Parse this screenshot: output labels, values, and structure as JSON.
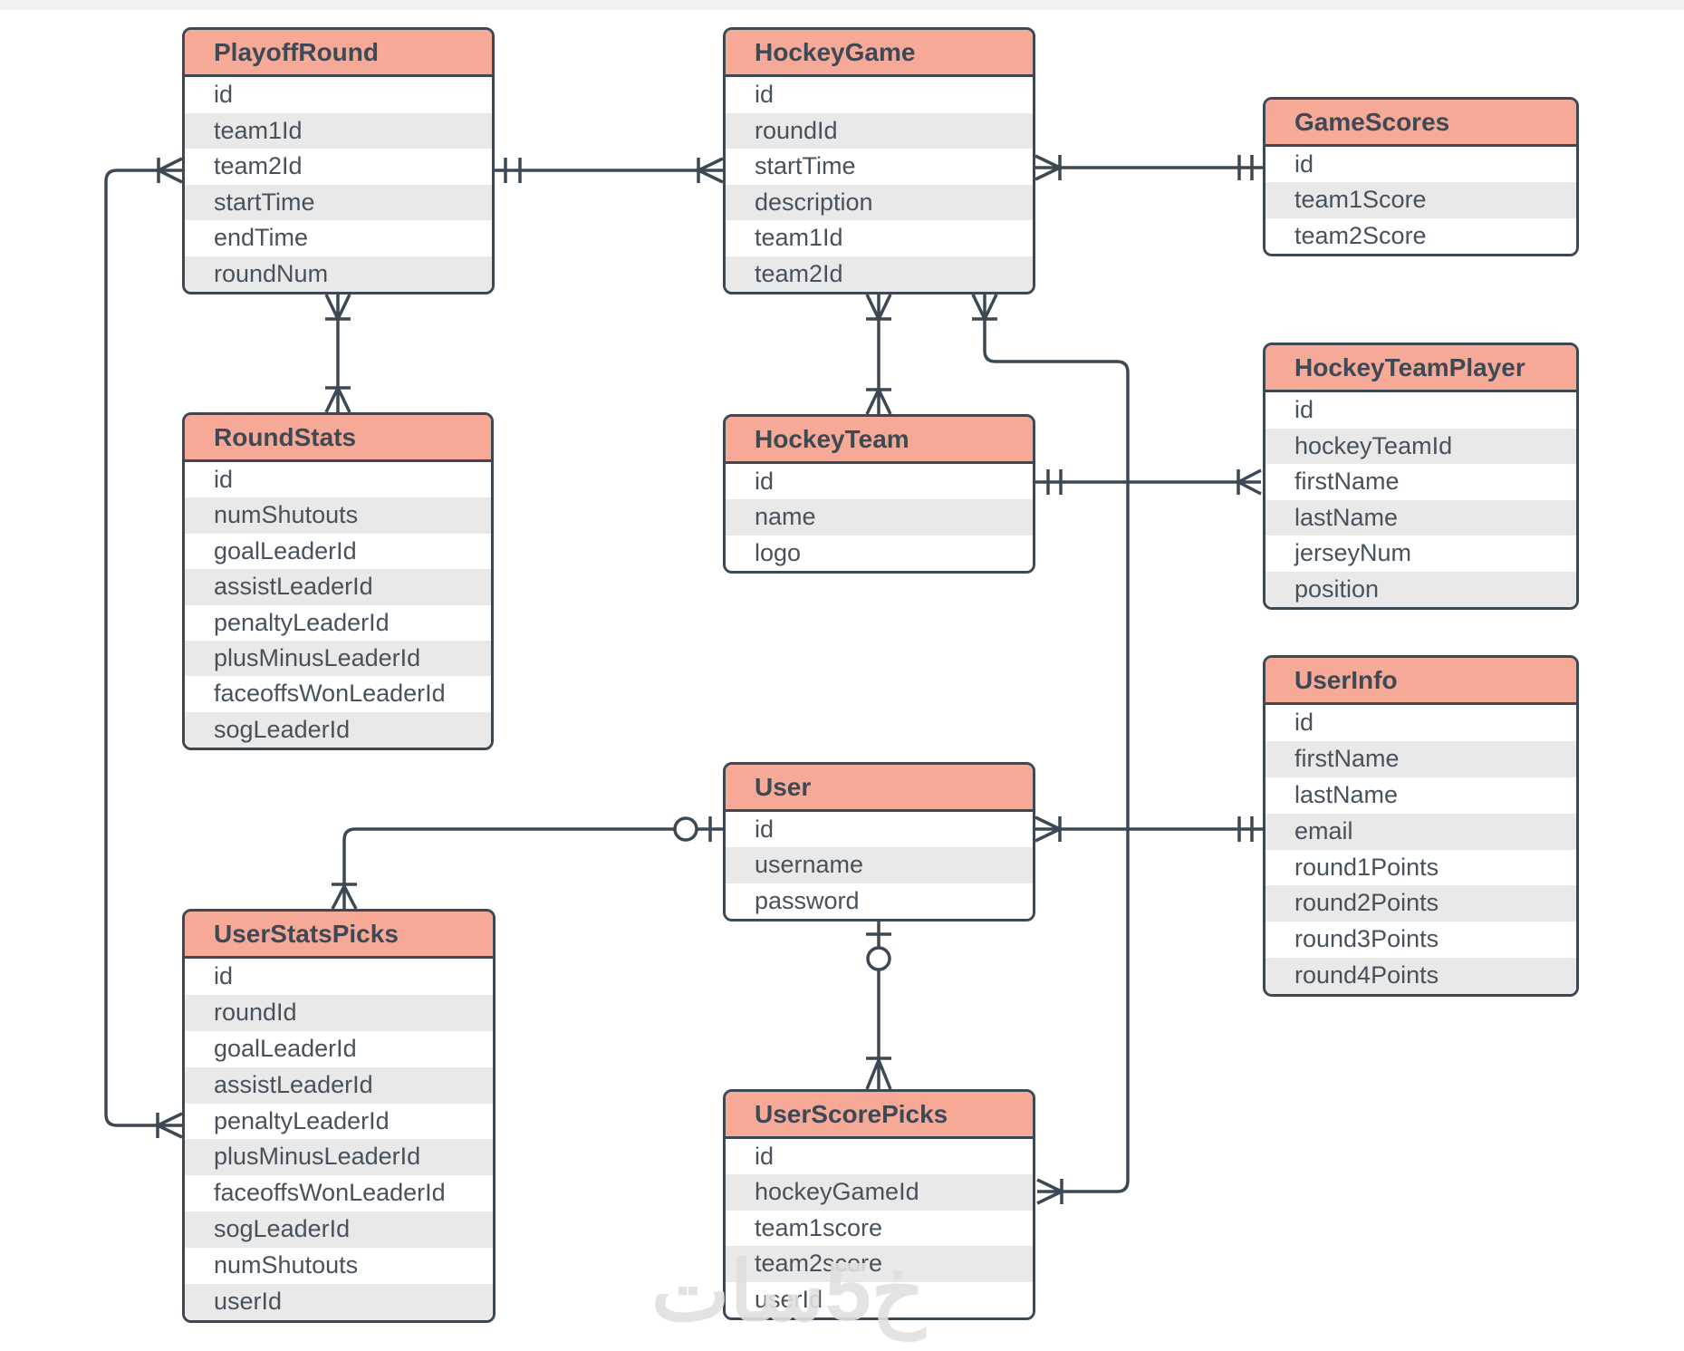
{
  "page": {
    "background": "#FFFFFF",
    "top_strip_color": "#F2F2F3"
  },
  "colors": {
    "header_fill": "#F6A996",
    "border": "#3C4854",
    "row_alt": "#E9E9E9",
    "row_white": "#FFFFFF",
    "title_text": "#3E4956",
    "field_text": "#47525D",
    "line": "#3C4854",
    "watermark": "#E0E0E0",
    "top_strip": "#F2F2F3"
  },
  "watermark": {
    "text": "خ5سات"
  },
  "tables": [
    {
      "name": "PlayoffRound",
      "fields": [
        "id",
        "team1Id",
        "team2Id",
        "startTime",
        "endTime",
        "roundNum"
      ]
    },
    {
      "name": "HockeyGame",
      "fields": [
        "id",
        "roundId",
        "startTime",
        "description",
        "team1Id",
        "team2Id"
      ]
    },
    {
      "name": "GameScores",
      "fields": [
        "id",
        "team1Score",
        "team2Score"
      ]
    },
    {
      "name": "RoundStats",
      "fields": [
        "id",
        "numShutouts",
        "goalLeaderId",
        "assistLeaderId",
        "penaltyLeaderId",
        "plusMinusLeaderId",
        "faceoffsWonLeaderId",
        "sogLeaderId"
      ]
    },
    {
      "name": "HockeyTeam",
      "fields": [
        "id",
        "name",
        "logo"
      ]
    },
    {
      "name": "HockeyTeamPlayer",
      "fields": [
        "id",
        "hockeyTeamId",
        "firstName",
        "lastName",
        "jerseyNum",
        "position"
      ]
    },
    {
      "name": "UserInfo",
      "fields": [
        "id",
        "firstName",
        "lastName",
        "email",
        "round1Points",
        "round2Points",
        "round3Points",
        "round4Points"
      ]
    },
    {
      "name": "User",
      "fields": [
        "id",
        "username",
        "password"
      ]
    },
    {
      "name": "UserStatsPicks",
      "fields": [
        "id",
        "roundId",
        "goalLeaderId",
        "assistLeaderId",
        "penaltyLeaderId",
        "plusMinusLeaderId",
        "faceoffsWonLeaderId",
        "sogLeaderId",
        "numShutouts",
        "userId"
      ]
    },
    {
      "name": "UserScorePicks",
      "fields": [
        "id",
        "hockeyGameId",
        "team1score",
        "team2score",
        "userId"
      ]
    }
  ],
  "relationships": [
    {
      "from": "PlayoffRound",
      "to": "HockeyGame",
      "from_cardinality": "exactly-one",
      "to_cardinality": "one-or-many"
    },
    {
      "from": "HockeyGame",
      "to": "GameScores",
      "from_cardinality": "one-or-many",
      "to_cardinality": "exactly-one"
    },
    {
      "from": "PlayoffRound",
      "to": "UserStatsPicks",
      "from_cardinality": "one-or-many",
      "to_cardinality": "one-or-many"
    },
    {
      "from": "PlayoffRound",
      "to": "RoundStats",
      "from_cardinality": "one-or-many",
      "to_cardinality": "one-or-many"
    },
    {
      "from": "HockeyGame",
      "to": "HockeyTeam",
      "from_cardinality": "one-or-many",
      "to_cardinality": "one-or-many"
    },
    {
      "from": "HockeyGame",
      "to": "UserScorePicks",
      "from_cardinality": "one-or-many",
      "to_cardinality": "one-or-many"
    },
    {
      "from": "HockeyTeam",
      "to": "HockeyTeamPlayer",
      "from_cardinality": "exactly-one",
      "to_cardinality": "one-or-many"
    },
    {
      "from": "User",
      "to": "UserInfo",
      "from_cardinality": "one-or-many",
      "to_cardinality": "exactly-one"
    },
    {
      "from": "User",
      "to": "UserStatsPicks",
      "from_cardinality": "zero-or-one",
      "to_cardinality": "one-or-many"
    },
    {
      "from": "User",
      "to": "UserScorePicks",
      "from_cardinality": "zero-or-one",
      "to_cardinality": "one-or-many"
    }
  ]
}
